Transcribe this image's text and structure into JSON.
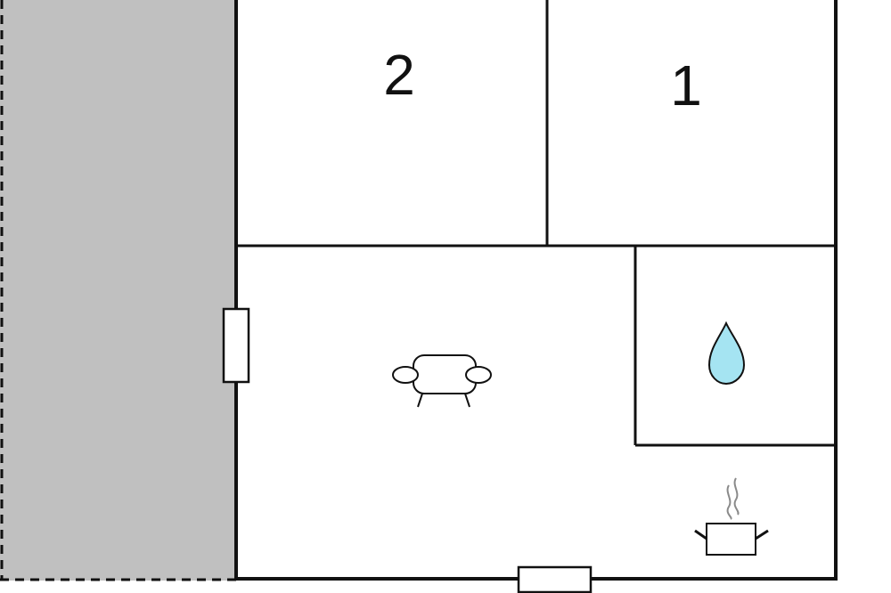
{
  "floor_plan": {
    "rooms": [
      {
        "id": "bedroom-2",
        "label": "2"
      },
      {
        "id": "bedroom-1",
        "label": "1"
      },
      {
        "id": "living-room",
        "label": "",
        "icon": "sofa-icon"
      },
      {
        "id": "bathroom",
        "label": "",
        "icon": "water-drop-icon"
      },
      {
        "id": "kitchen",
        "label": "",
        "icon": "cooking-pot-icon"
      }
    ],
    "terrace": {
      "icon": "terrace-area"
    },
    "colors": {
      "wall": "#111111",
      "terrace_fill": "#c0c0c0",
      "water_drop": "#a5e4f2",
      "steam": "#8a8a8a"
    }
  }
}
